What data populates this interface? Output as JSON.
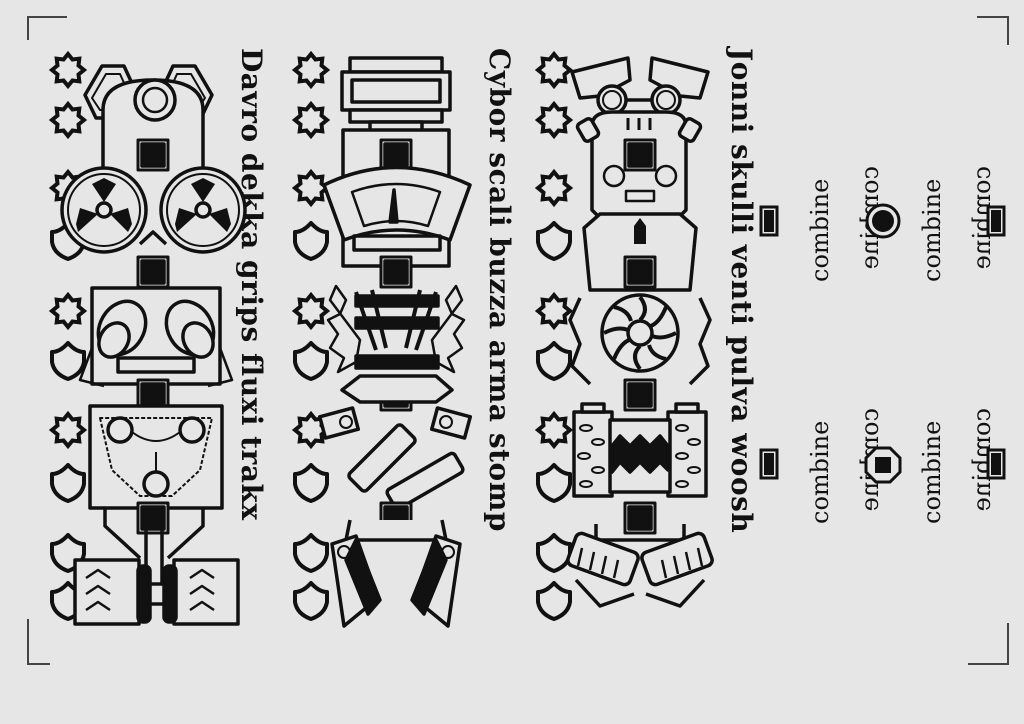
{
  "sheet": {
    "background": "#e6e6e6",
    "ink": "#111111"
  },
  "totems": [
    {
      "name": "Jonni",
      "parts": [
        "skulli",
        "venti",
        "pulva",
        "woosh"
      ],
      "label": "Jonni skulli venti pulva woosh"
    },
    {
      "name": "Cybor",
      "parts": [
        "scali",
        "buzza",
        "arma",
        "stomp"
      ],
      "label": "Cybor scali buzza arma stomp"
    },
    {
      "name": "Davro",
      "parts": [
        "dekka",
        "grips",
        "fluxi",
        "trakx"
      ],
      "label": "Davro dekka grips fluxi trakx"
    }
  ],
  "combine_panel": {
    "labels": [
      "combine",
      "combine",
      "combine",
      "combine",
      "combine",
      "combine",
      "combine",
      "combine"
    ],
    "symbols": [
      "filled-circle-icon",
      "octagon-square-icon"
    ]
  },
  "legend_icons": [
    "star-badge-icon",
    "shield-badge-icon"
  ]
}
